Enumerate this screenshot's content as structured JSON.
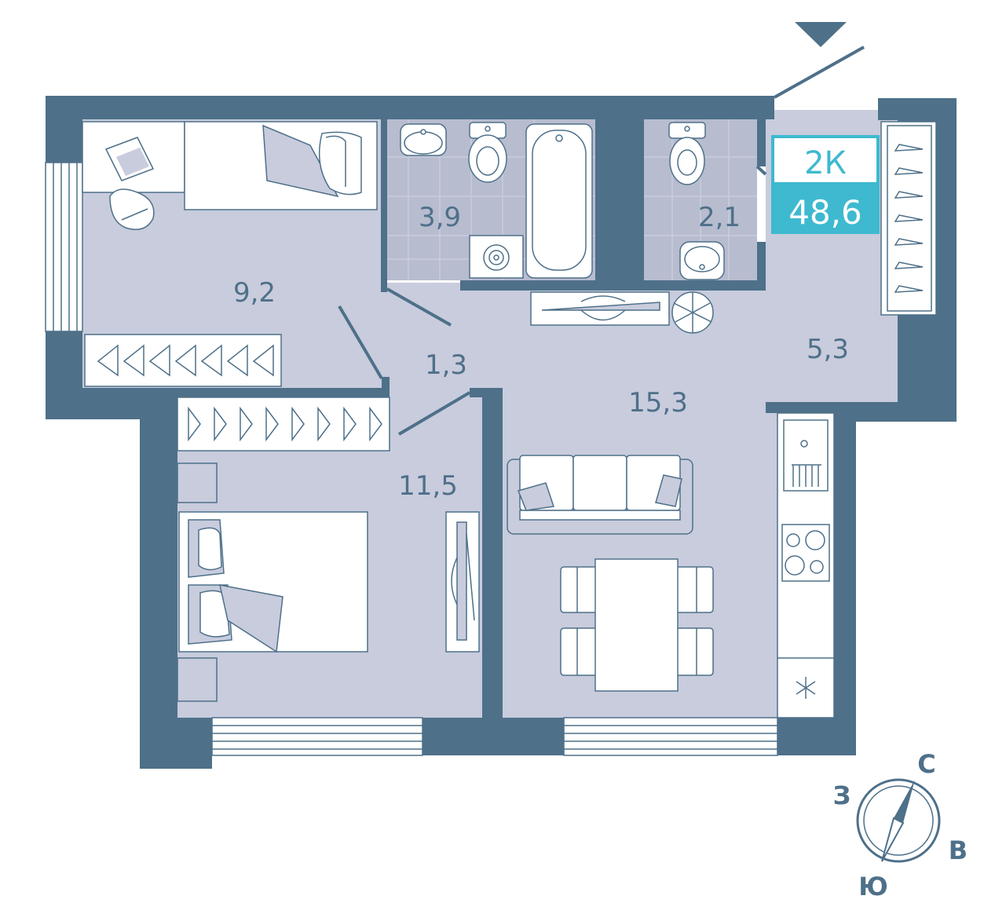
{
  "apartment": {
    "type_label": "2К",
    "total_area": "48,6"
  },
  "rooms": [
    {
      "id": "bedroom-small",
      "area": "9,2"
    },
    {
      "id": "bathroom",
      "area": "3,9"
    },
    {
      "id": "toilet",
      "area": "2,1"
    },
    {
      "id": "corridor",
      "area": "1,3"
    },
    {
      "id": "hallway",
      "area": "5,3"
    },
    {
      "id": "living-kitchen",
      "area": "15,3"
    },
    {
      "id": "bedroom-large",
      "area": "11,5"
    }
  ],
  "compass": {
    "north": "С",
    "east": "В",
    "south": "Ю",
    "west": "З"
  },
  "colors": {
    "wall": "#4e7089",
    "floor": "#c8ccdd",
    "tile": "#b7bccf",
    "furniture_fill": "#ffffff",
    "furniture_stroke": "#4e7089",
    "accent": "#3eb9d0",
    "label": "#4e7089"
  }
}
